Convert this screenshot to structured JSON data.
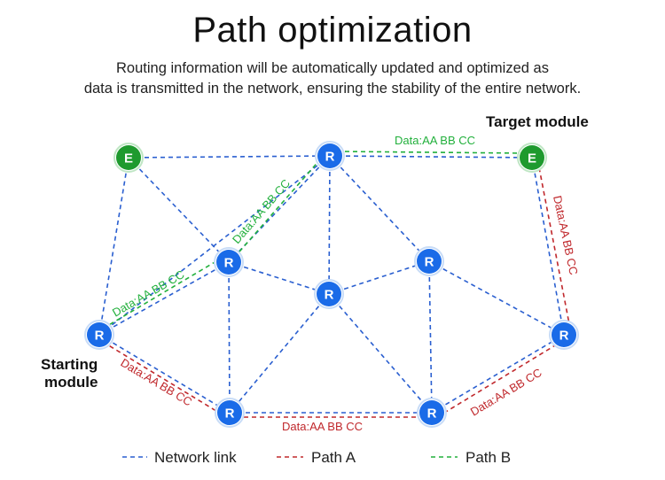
{
  "title": "Path optimization",
  "subtitle_line1": "Routing information will be automatically updated and optimized as",
  "subtitle_line2": "data is transmitted in the network, ensuring the stability of the entire network.",
  "labels": {
    "target": "Target module",
    "starting_line1": "Starting",
    "starting_line2": "module"
  },
  "colors": {
    "network_link": "#2a5fd0",
    "path_a": "#c0282c",
    "path_b": "#22b03c",
    "router_fill": "#1a6be8",
    "end_fill": "#1e9a2e"
  },
  "nodes": [
    {
      "id": "E1",
      "letter": "E",
      "kind": "end"
    },
    {
      "id": "R1",
      "letter": "R",
      "kind": "router"
    },
    {
      "id": "E2",
      "letter": "E",
      "kind": "end"
    },
    {
      "id": "R2",
      "letter": "R",
      "kind": "router"
    },
    {
      "id": "R3",
      "letter": "R",
      "kind": "router"
    },
    {
      "id": "R4",
      "letter": "R",
      "kind": "router"
    },
    {
      "id": "R5",
      "letter": "R",
      "kind": "router"
    },
    {
      "id": "R6",
      "letter": "R",
      "kind": "router"
    },
    {
      "id": "R7",
      "letter": "R",
      "kind": "router"
    },
    {
      "id": "R8",
      "letter": "R",
      "kind": "router"
    }
  ],
  "data_text": "Data:AA BB CC",
  "legend": [
    {
      "key": "network",
      "label": "Network link"
    },
    {
      "key": "path_a",
      "label": "Path A"
    },
    {
      "key": "path_b",
      "label": "Path B"
    }
  ]
}
